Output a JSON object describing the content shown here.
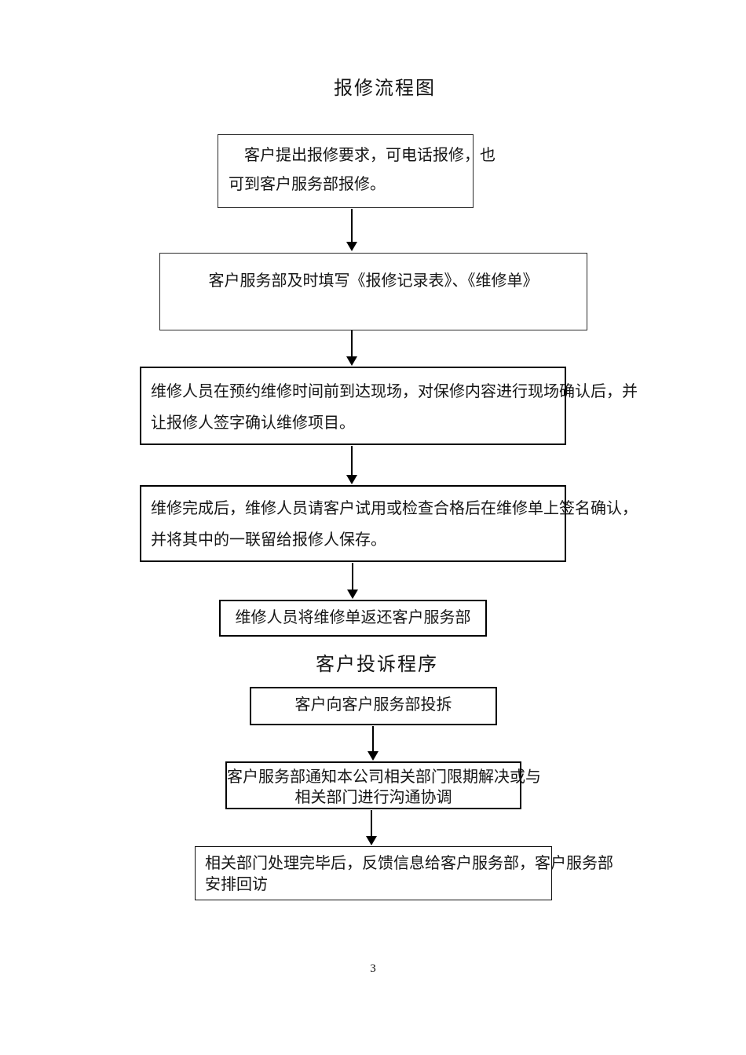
{
  "document": {
    "title_repair": "报修流程图",
    "title_complaint": "客户投诉程序",
    "page_number": "3"
  },
  "repair_flow": {
    "box1_line1": "客户提出报修要求，可电话报修，也",
    "box1_line2": "可到客户服务部报修。",
    "box2_line1": "客户服务部及时填写《报修记录表》、《维修单》",
    "box3_line1": "维修人员在预约维修时间前到达现场，对保修内容进行现场确认后，并",
    "box3_line2": "让报修人签字确认维修项目。",
    "box4_line1": "维修完成后，维修人员请客户试用或检查合格后在维修单上签名确认，",
    "box4_line2": "并将其中的一联留给报修人保存。",
    "box5_line1": "维修人员将维修单返还客户服务部"
  },
  "complaint_flow": {
    "box1_line1": "客户向客户服务部投拆",
    "box2_line1": "客户服务部通知本公司相关部门限期解决或与",
    "box2_line2": "相关部门进行沟通协调",
    "box3_line1": "相关部门处理完毕后，反馈信息给客户服务部，客户服务部",
    "box3_line2": "安排回访"
  }
}
